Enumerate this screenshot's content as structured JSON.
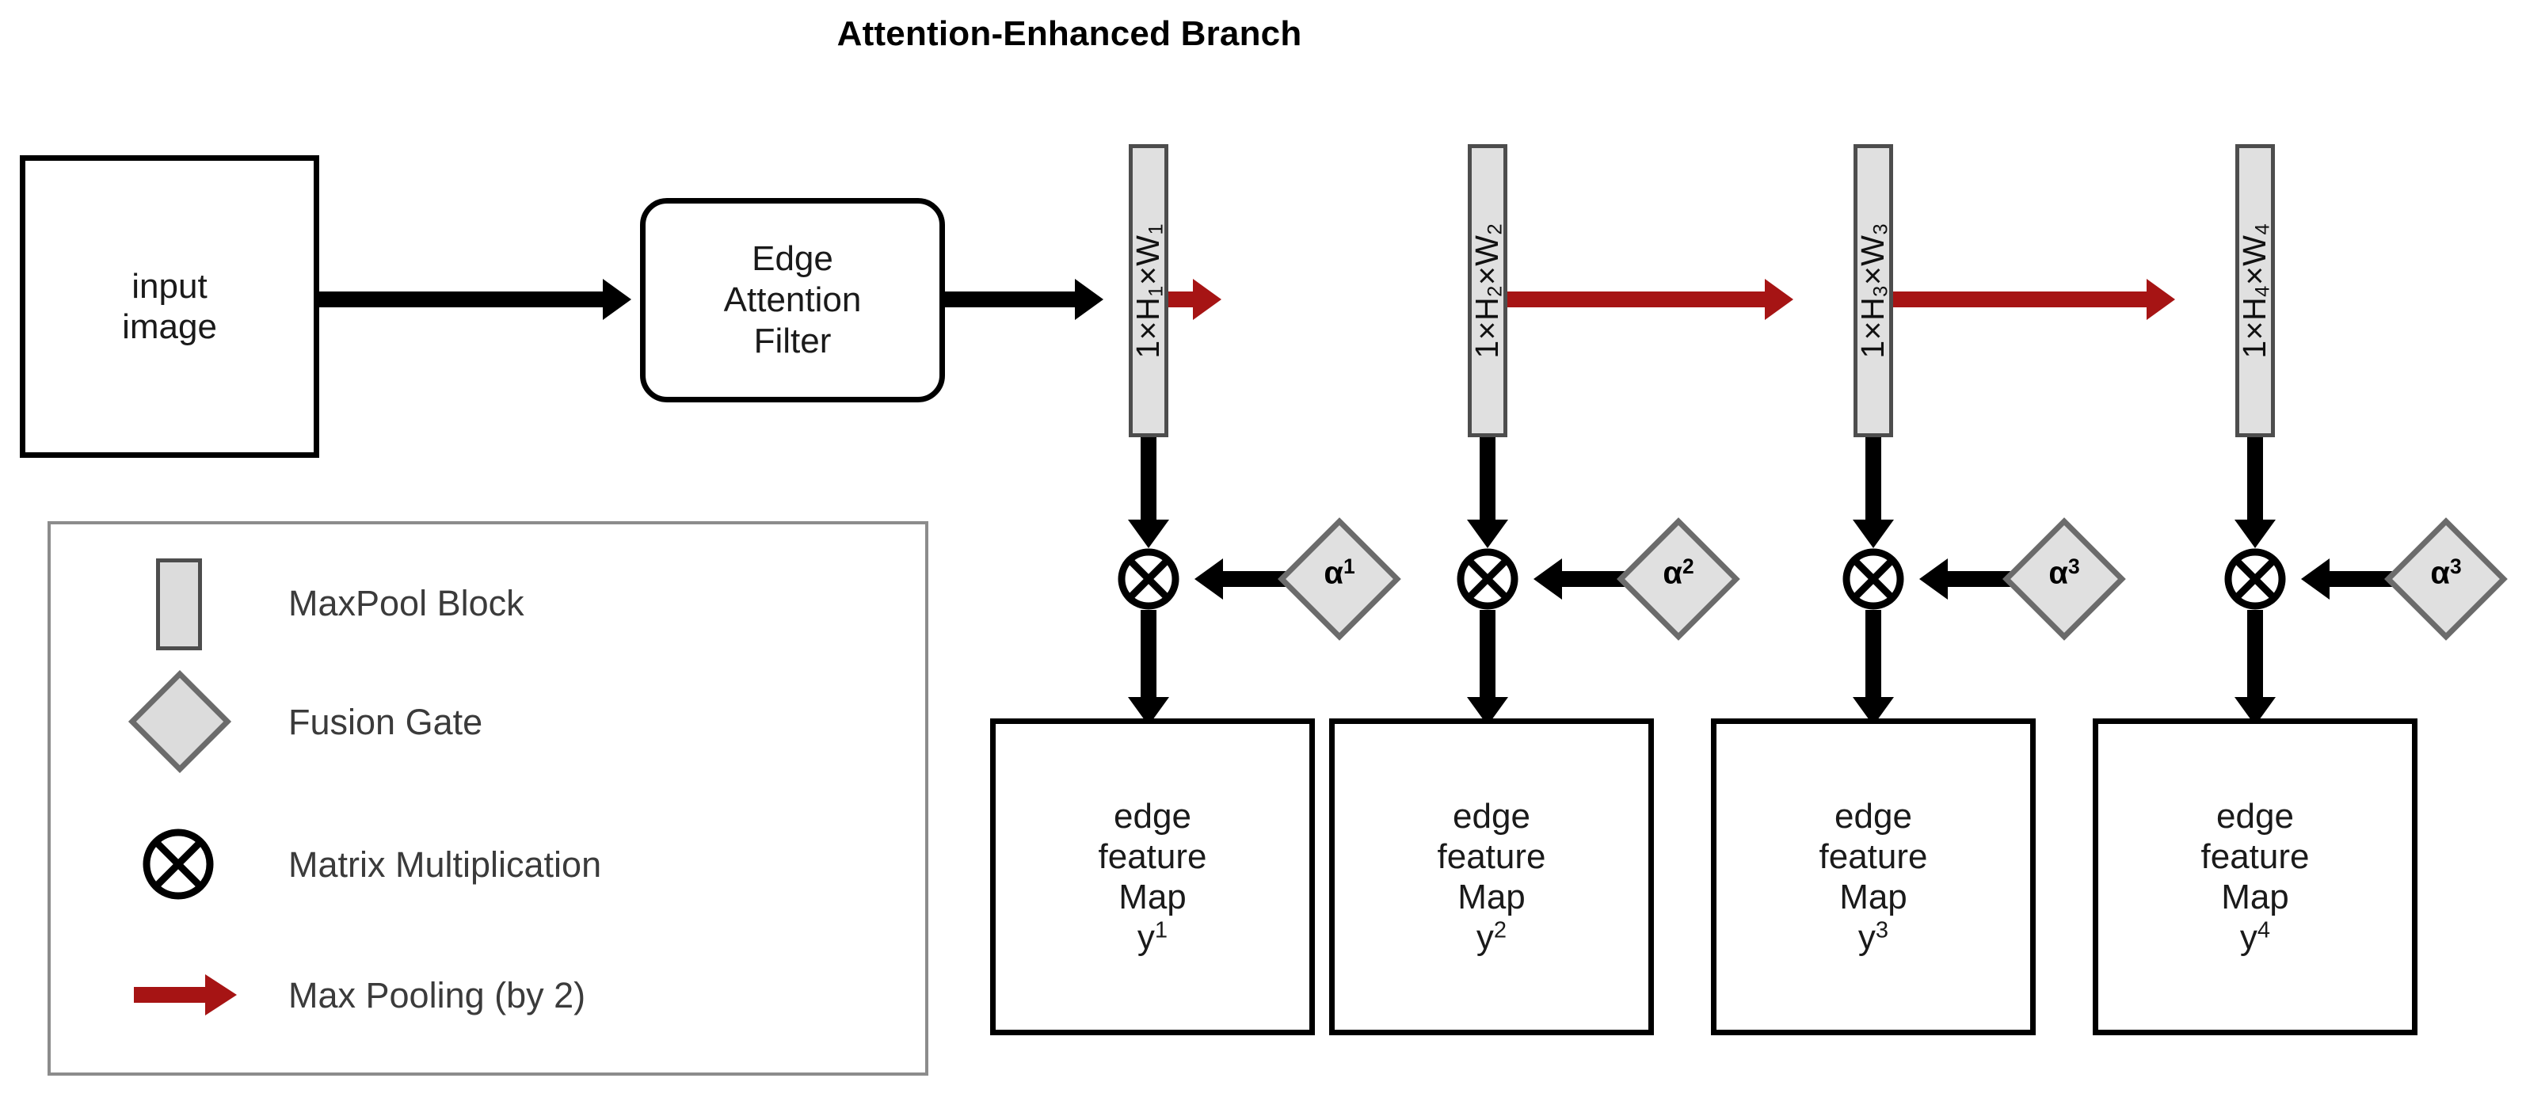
{
  "title": "Attention-Enhanced Branch",
  "input": {
    "line1": "input",
    "line2": "image"
  },
  "filter": {
    "line1": "Edge",
    "line2": "Attention",
    "line3": "Filter"
  },
  "pool_blocks": [
    {
      "prefix": "1×H",
      "sub1": "1",
      "mid": "×W",
      "sub2": "1",
      "full": "1×H1×W1"
    },
    {
      "prefix": "1×H",
      "sub1": "2",
      "mid": "×W",
      "sub2": "2",
      "full": "1×H2×W2"
    },
    {
      "prefix": "1×H",
      "sub1": "3",
      "mid": "×W",
      "sub2": "3",
      "full": "1×H3×W3"
    },
    {
      "prefix": "1×H",
      "sub1": "4",
      "mid": "×W",
      "sub2": "4",
      "full": "1×H4×W4"
    }
  ],
  "gates": [
    {
      "base": "α",
      "exp": "1"
    },
    {
      "base": "α",
      "exp": "2"
    },
    {
      "base": "α",
      "exp": "3"
    },
    {
      "base": "α",
      "exp": "3"
    }
  ],
  "feature_maps": [
    {
      "l1": "edge",
      "l2": "feature",
      "l3": "Map",
      "base": "y",
      "exp": "1"
    },
    {
      "l1": "edge",
      "l2": "feature",
      "l3": "Map",
      "base": "y",
      "exp": "2"
    },
    {
      "l1": "edge",
      "l2": "feature",
      "l3": "Map",
      "base": "y",
      "exp": "3"
    },
    {
      "l1": "edge",
      "l2": "feature",
      "l3": "Map",
      "base": "y",
      "exp": "4"
    }
  ],
  "legend": {
    "items": [
      {
        "label": "MaxPool Block",
        "symbol": "maxpool-block-swatch"
      },
      {
        "label": "Fusion Gate",
        "symbol": "fusion-gate-diamond"
      },
      {
        "label": "Matrix Multiplication",
        "symbol": "matrix-multiplication-circle"
      },
      {
        "label": "Max Pooling (by 2)",
        "symbol": "max-pooling-red-arrow"
      }
    ]
  },
  "colors": {
    "pooling_red": "#a61414",
    "block_fill": "#e0e0e0",
    "block_stroke": "#4d4d4d",
    "gate_stroke": "#6b6b6b",
    "outline_black": "#000000",
    "legend_border": "#8c8c8c",
    "legend_text": "#3b3b3b"
  }
}
